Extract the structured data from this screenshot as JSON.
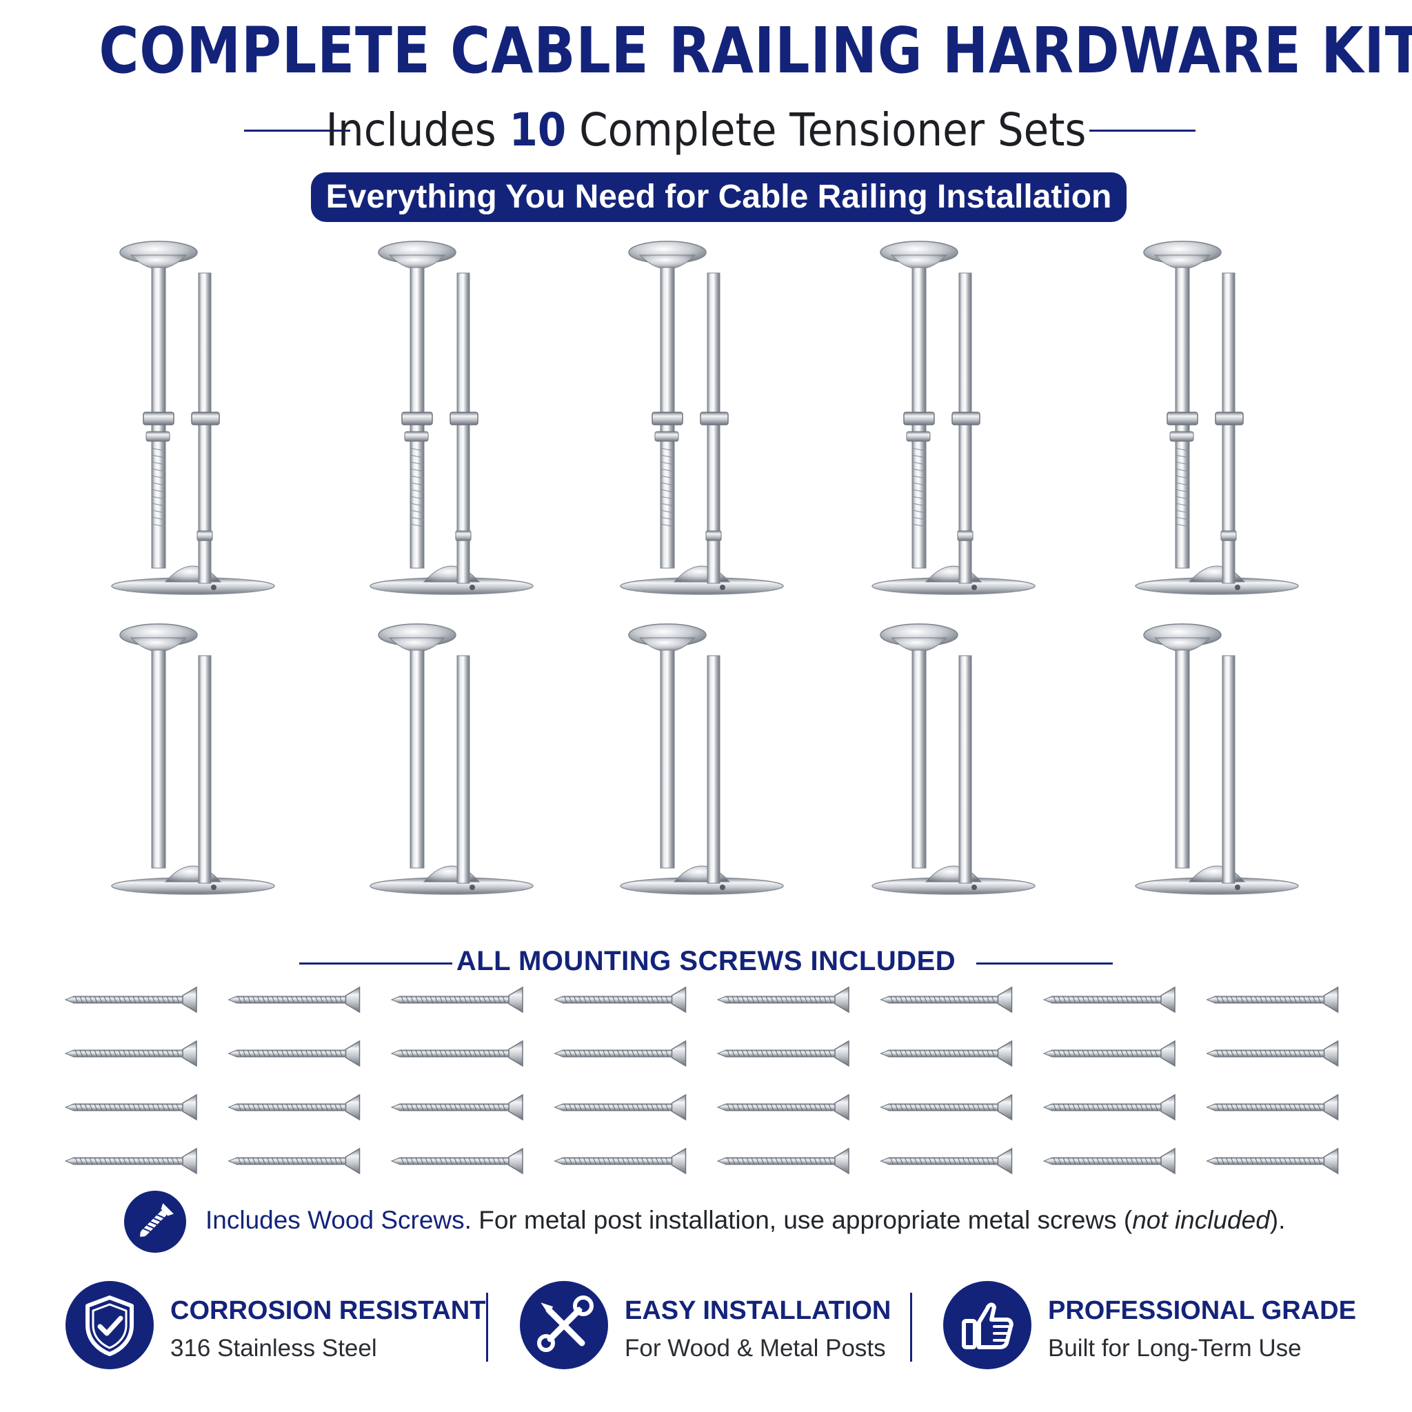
{
  "header": {
    "title": "COMPLETE CABLE RAILING HARDWARE KIT",
    "subtitle_prefix": "Includes ",
    "subtitle_count": "10",
    "subtitle_suffix": " Complete Tensioner Sets",
    "tagline": "Everything You Need for Cable Railing Installation"
  },
  "hardware": {
    "rows": [
      {
        "variant": "threaded",
        "count": 5
      },
      {
        "variant": "plain",
        "count": 5
      }
    ]
  },
  "screws": {
    "heading": "ALL MOUNTING SCREWS INCLUDED",
    "rows": 4,
    "columns": 8
  },
  "note": {
    "icon": "screw-icon",
    "lead": "Includes Wood Screws.",
    "text": " For metal post installation, use appropriate metal screws (",
    "italic": "not included",
    "end": ")."
  },
  "features": [
    {
      "icon": "shield-check-icon",
      "title": "CORROSION RESISTANT",
      "subtitle": "316 Stainless Steel"
    },
    {
      "icon": "tools-icon",
      "title": "EASY INSTALLATION",
      "subtitle": "For Wood & Metal Posts"
    },
    {
      "icon": "thumbs-up-icon",
      "title": "PROFESSIONAL GRADE",
      "subtitle": "Built for Long-Term Use"
    }
  ],
  "colors": {
    "brand_navy": "#14237a",
    "steel": "#b9bec6",
    "background": "#ffffff"
  }
}
